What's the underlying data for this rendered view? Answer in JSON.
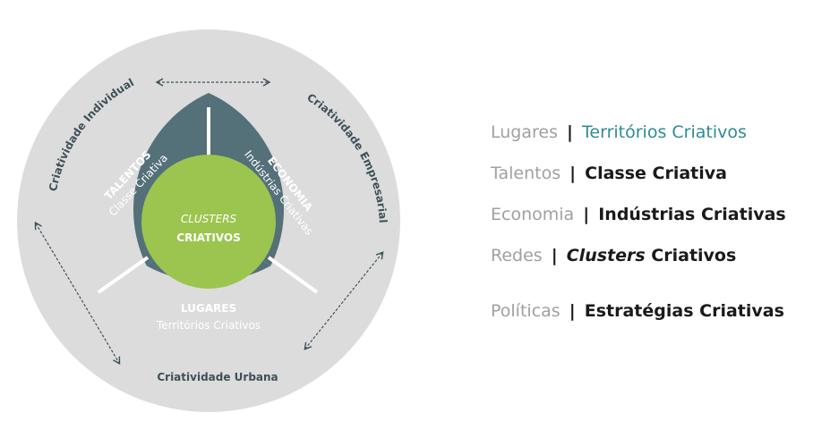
{
  "diagram": {
    "outer_ring": {
      "top_left": "Criatividade Individual",
      "top_right": "Criatividade Empresarial",
      "bottom": "Criatividade Urbana"
    },
    "segments": {
      "talentos": {
        "title": "TALENTOS",
        "subtitle": "Classe Criativa"
      },
      "economia": {
        "title": "ECONOMIA",
        "subtitle": "Indústrias Criativas"
      },
      "lugares": {
        "title": "LUGARES",
        "subtitle": "Territórios Criativos"
      }
    },
    "center": {
      "line1": "CLUSTERS",
      "line2": "CRIATIVOS"
    }
  },
  "legend": [
    {
      "key": "Lugares",
      "sep": "|",
      "value": "Territórios Criativos"
    },
    {
      "key": "Talentos",
      "sep": "|",
      "value": "Classe Criativa"
    },
    {
      "key": "Economia",
      "sep": "|",
      "value": "Indústrias Criativas"
    },
    {
      "key": "Redes",
      "sep": "|",
      "value_italic": "Clusters",
      "value_rest": " Criativos"
    },
    {
      "key": "Políticas",
      "sep": "|",
      "value": "Estratégias Criativas"
    }
  ],
  "colors": {
    "outer_ring": "#dcdcdc",
    "segments": "#547079",
    "center": "#9bc54e",
    "accent_teal": "#2e8b94",
    "arrow": "#3e5058"
  }
}
